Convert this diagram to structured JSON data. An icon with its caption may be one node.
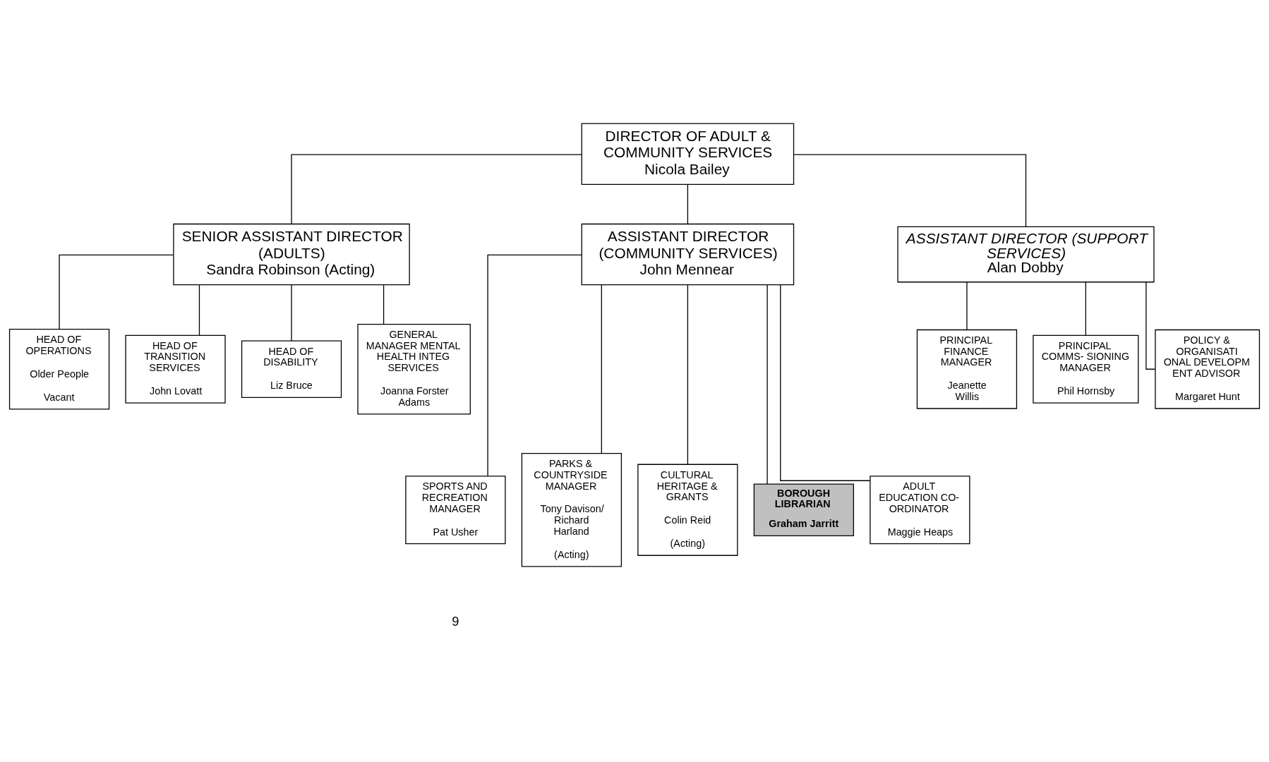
{
  "diagram": {
    "nodes": [
      {
        "text": [
          "DIRECTOR OF ADULT & COMMUNITY SERVICES",
          "Nicola Bailey"
        ]
      },
      {
        "text": [
          "SENIOR ASSISTANT DIRECTOR (ADULTS)",
          "Sandra Robinson (Acting)"
        ]
      },
      {
        "text": [
          "ASSISTANT DIRECTOR (COMMUNITY SERVICES)",
          "John Mennear"
        ]
      },
      {
        "text": [
          "ASSISTANT DIRECTOR (SUPPORT SERVICES)",
          "Alan Dobby"
        ]
      },
      {
        "text": [
          "HEAD OF OPERATIONS",
          "Older People",
          "Vacant"
        ]
      },
      {
        "text": [
          "HEAD OF TRANSITION SERVICES",
          "John Lovatt"
        ]
      },
      {
        "text": [
          "HEAD OF DISABILITY",
          "Liz Bruce"
        ]
      },
      {
        "text": [
          "GENERAL MANAGER MENTAL HEALTH INTEG SERVICES",
          "Joanna Forster Adams"
        ]
      },
      {
        "text": [
          "PRINCIPAL FINANCE MANAGER",
          "Jeanette Willis"
        ]
      },
      {
        "text": [
          "PRINCIPAL COMMS- SIONING MANAGER",
          "Phil Hornsby"
        ]
      },
      {
        "text": [
          "POLICY & ORGANISATI ONAL DEVELOPM ENT ADVISOR",
          "Margaret Hunt"
        ]
      },
      {
        "text": [
          "SPORTS AND RECREATION MANAGER",
          "Pat Usher"
        ]
      },
      {
        "text": [
          "PARKS & COUNTRYSIDE MANAGER",
          "Tony Davison/ Richard Harland",
          "(Acting)"
        ]
      },
      {
        "text": [
          "CULTURAL HERITAGE & GRANTS",
          "Colin Reid",
          "(Acting)"
        ]
      },
      {
        "text": [
          "BOROUGH LIBRARIAN",
          "Graham Jarritt"
        ]
      },
      {
        "text": [
          "ADULT EDUCATION CO-ORDINATOR",
          "Maggie Heaps"
        ]
      }
    ],
    "edges": [
      {
        "from": 0,
        "to": 1,
        "arrow": "none"
      },
      {
        "from": 0,
        "to": 2,
        "arrow": "none"
      },
      {
        "from": 0,
        "to": 3,
        "arrow": "none"
      },
      {
        "from": 1,
        "to": 4,
        "arrow": "none"
      },
      {
        "from": 1,
        "to": 5,
        "arrow": "none"
      },
      {
        "from": 1,
        "to": 6,
        "arrow": "none"
      },
      {
        "from": 1,
        "to": 7,
        "arrow": "none"
      },
      {
        "from": 3,
        "to": 8,
        "arrow": "none"
      },
      {
        "from": 3,
        "to": 9,
        "arrow": "none"
      },
      {
        "from": 3,
        "to": 10,
        "arrow": "none"
      },
      {
        "from": 2,
        "to": 11,
        "arrow": "none"
      },
      {
        "from": 2,
        "to": 12,
        "arrow": "none"
      },
      {
        "from": 2,
        "to": 13,
        "arrow": "none"
      },
      {
        "from": 2,
        "to": 14,
        "arrow": "none"
      },
      {
        "from": 2,
        "to": 15,
        "arrow": "none"
      }
    ],
    "labels": [
      "9"
    ]
  }
}
